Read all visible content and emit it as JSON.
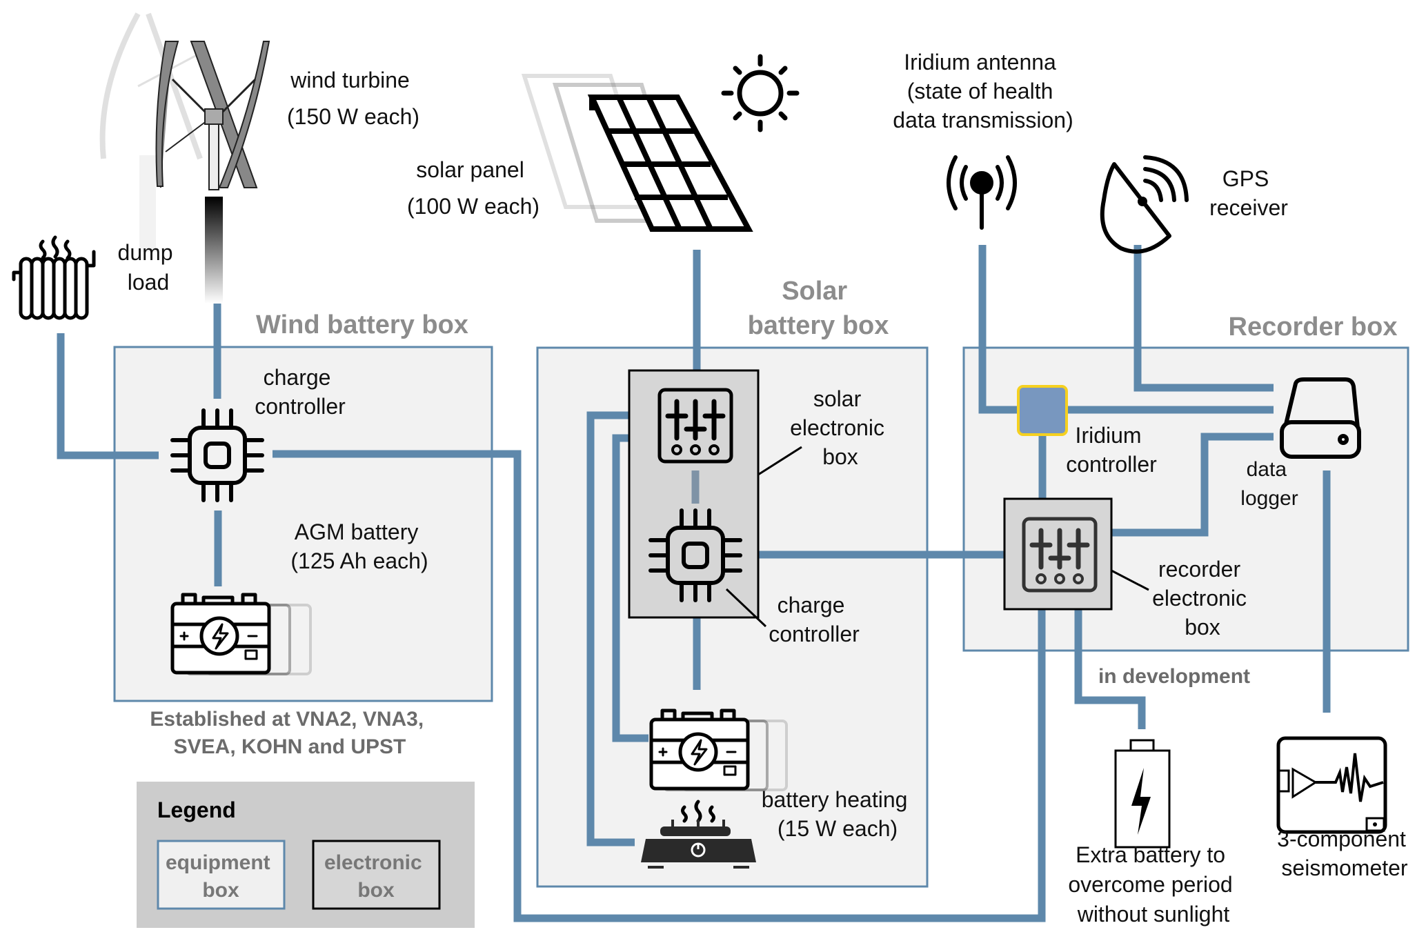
{
  "colors": {
    "wire": "#5e88ab",
    "equipment_box_fill": "#f2f2f2",
    "equipment_box_border": "#5e88ab",
    "electronic_box_fill": "#d6d6d6",
    "electronic_box_border": "#000000",
    "iridium_controller_fill": "#7897bf",
    "iridium_controller_border": "#f5d020",
    "legend_fill": "#cccccc",
    "box_title": "#8c8c8c"
  },
  "components": {
    "wind_turbine": [
      "wind turbine",
      "(150 W each)"
    ],
    "dump_load": [
      "dump",
      "load"
    ],
    "solar_panel": [
      "solar panel",
      "(100 W each)"
    ],
    "iridium_antenna": [
      "Iridium antenna",
      "(state of health",
      "data transmission)"
    ],
    "gps_receiver": [
      "GPS",
      "receiver"
    ],
    "wind_charge_controller": [
      "charge",
      "controller"
    ],
    "agm_battery": [
      "AGM battery",
      "(125 Ah each)"
    ],
    "solar_electronic_box": [
      "solar",
      "electronic",
      "box"
    ],
    "solar_charge_controller": [
      "charge",
      "controller"
    ],
    "battery_heating": [
      "battery heating",
      "(15 W each)"
    ],
    "iridium_controller": [
      "Iridium",
      "controller"
    ],
    "data_logger": [
      "data",
      "logger"
    ],
    "recorder_electronic_box": [
      "recorder",
      "electronic",
      "box"
    ],
    "extra_battery": [
      "Extra battery to",
      "overcome period",
      "without sunlight"
    ],
    "seismometer": [
      "3-component",
      "seismometer"
    ]
  },
  "boxes": {
    "wind": "Wind battery box",
    "solar": [
      "Solar",
      "battery box"
    ],
    "recorder": "Recorder box"
  },
  "notes": {
    "established": [
      "Established at VNA2, VNA3,",
      "SVEA, KOHN and UPST"
    ],
    "in_development": "in development"
  },
  "legend": {
    "title": "Legend",
    "equipment": [
      "equipment",
      "box"
    ],
    "electronic": [
      "electronic",
      "box"
    ]
  }
}
